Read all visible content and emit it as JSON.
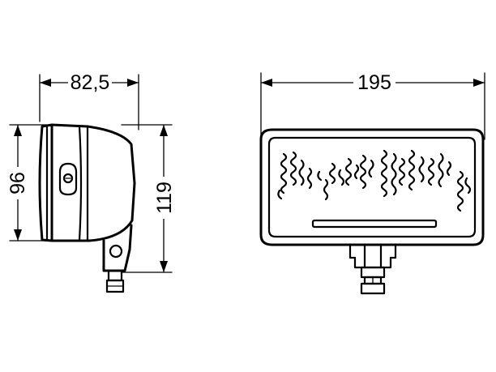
{
  "dimensions": {
    "depth": "82,5",
    "lens_height": "96",
    "total_height": "119",
    "width": "195"
  }
}
